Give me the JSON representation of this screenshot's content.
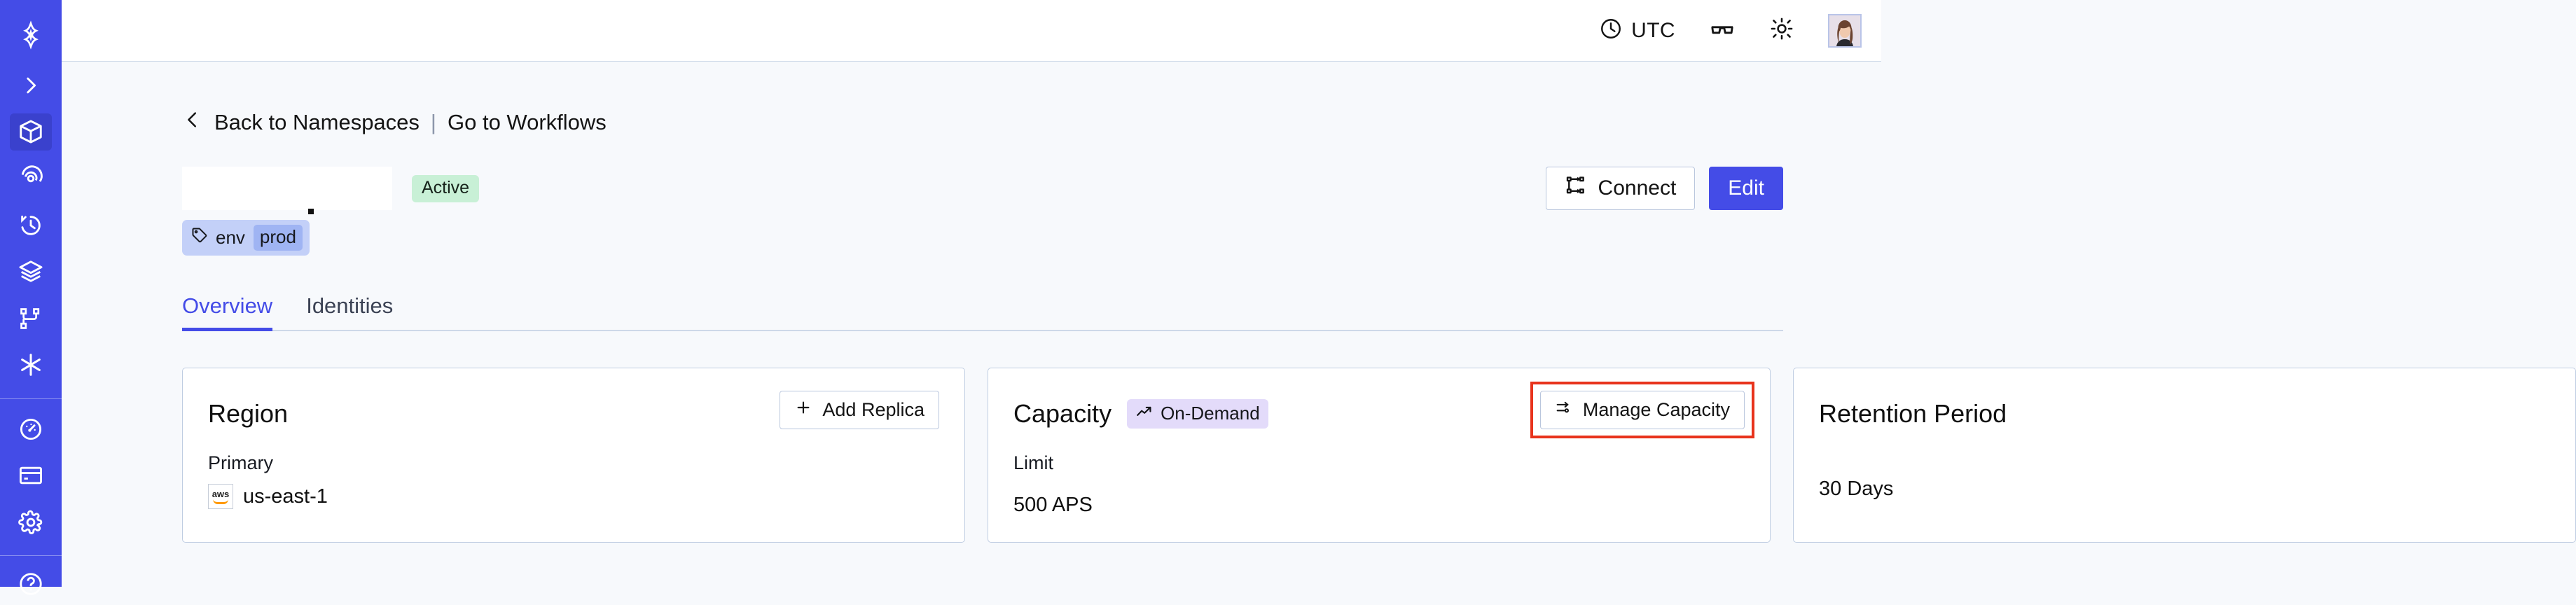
{
  "sidebar": {
    "brand_color": "#444ce7",
    "active_color": "#3a41cd",
    "items": [
      {
        "name": "logo",
        "icon": "temporal-logo-icon",
        "active": false
      },
      {
        "name": "expand",
        "icon": "chevron-right-icon",
        "active": false
      },
      {
        "name": "namespaces",
        "icon": "cube-icon",
        "active": true
      },
      {
        "name": "observability",
        "icon": "spiral-eye-icon",
        "active": false
      },
      {
        "name": "schedules",
        "icon": "clock-rewind-icon",
        "active": false
      },
      {
        "name": "batch-operations",
        "icon": "layers-icon",
        "active": false
      },
      {
        "name": "workflows",
        "icon": "workflow-branch-icon",
        "active": false
      },
      {
        "name": "nexus",
        "icon": "asterisk-icon",
        "active": false
      },
      {
        "name": "usage",
        "icon": "gauge-icon",
        "active": false
      },
      {
        "name": "billing",
        "icon": "credit-card-icon",
        "active": false
      },
      {
        "name": "settings",
        "icon": "gear-icon",
        "active": false
      }
    ]
  },
  "topbar": {
    "timezone_label": "UTC",
    "timezone_icon": "clock-icon",
    "readonly_icon": "glasses-icon",
    "theme_icon": "sun-icon",
    "avatar_icon": "user-avatar"
  },
  "breadcrumb": {
    "back_icon": "chevron-left-icon",
    "back_label": "Back to Namespaces",
    "divider": "|",
    "forward_label": "Go to Workflows"
  },
  "header": {
    "namespace_title": "",
    "status_badge": "Active",
    "status_color": "#c8f0d6",
    "tag": {
      "icon": "tag-icon",
      "key": "env",
      "value": "prod"
    },
    "connect_button": "Connect",
    "connect_icon": "connect-icon",
    "edit_button": "Edit",
    "primary_color": "#444ce7"
  },
  "tabs": [
    {
      "label": "Overview",
      "active": true
    },
    {
      "label": "Identities",
      "active": false
    }
  ],
  "cards": {
    "region": {
      "title": "Region",
      "action_label": "Add Replica",
      "action_icon": "plus-icon",
      "label": "Primary",
      "provider_icon": "aws-logo",
      "provider_text": "aws",
      "value": "us-east-1"
    },
    "capacity": {
      "title": "Capacity",
      "badge_label": "On-Demand",
      "badge_icon": "trending-up-icon",
      "badge_color": "#e3dbfa",
      "action_label": "Manage Capacity",
      "action_icon": "sliders-icon",
      "label": "Limit",
      "value": "500 APS",
      "highlight_color": "#e8331c"
    },
    "retention": {
      "title": "Retention Period",
      "value": "30 Days"
    }
  }
}
